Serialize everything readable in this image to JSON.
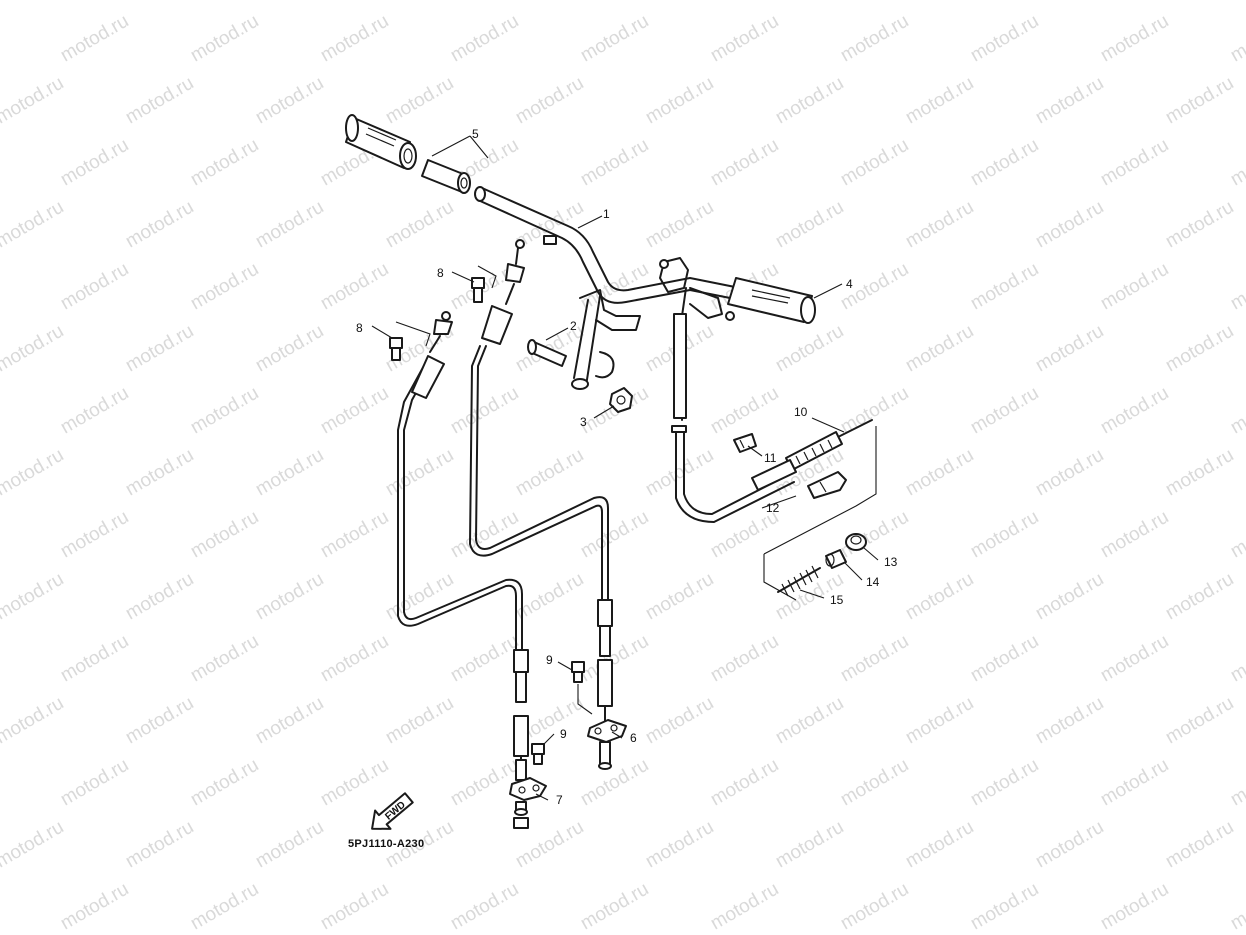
{
  "watermark": {
    "text": "motod.ru"
  },
  "callouts": [
    "1",
    "2",
    "3",
    "4",
    "5",
    "6",
    "7",
    "8",
    "8",
    "9",
    "9",
    "10",
    "11",
    "12",
    "13",
    "14",
    "15"
  ],
  "fwd_label": "FWD",
  "diagram_code": "5PJ1110-A230"
}
